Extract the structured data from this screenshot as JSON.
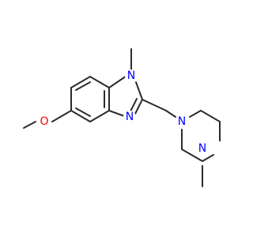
{
  "structure": {
    "colors": {
      "bond": "#2b2b2b",
      "oxygen": "#ff0000",
      "nitrogen": "#0000ff"
    },
    "atoms": [
      {
        "id": "O1",
        "label": "O",
        "element": "O"
      },
      {
        "id": "N1",
        "label": "N",
        "element": "N"
      },
      {
        "id": "N3",
        "label": "N",
        "element": "N"
      },
      {
        "id": "Np1",
        "label": "N",
        "element": "N"
      },
      {
        "id": "Np4",
        "label": "N",
        "element": "N"
      }
    ]
  }
}
